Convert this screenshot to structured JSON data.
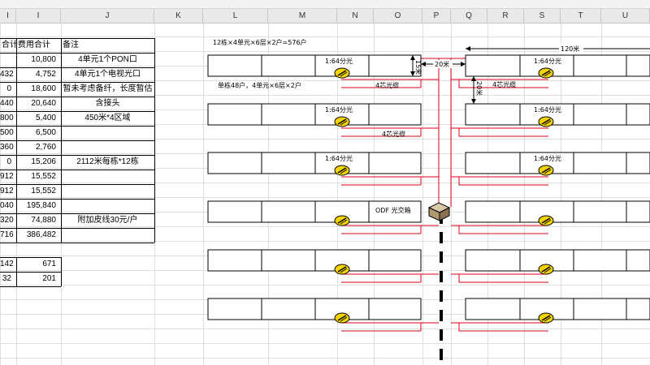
{
  "columns": [
    "I",
    "I",
    "J",
    "K",
    "L",
    "M",
    "N",
    "O",
    "P",
    "Q",
    "R",
    "S",
    "T",
    "U"
  ],
  "table": {
    "header": [
      "合计",
      "费用合计",
      "备注"
    ],
    "rows": [
      {
        "h": "",
        "i": "10,800",
        "j": "4单元1个PON口"
      },
      {
        "h": "432",
        "i": "4,752",
        "j": "4单元1个电视光口"
      },
      {
        "h": "0",
        "i": "18,600",
        "j": "暂未考虑备纤，长度暂估"
      },
      {
        "h": "440",
        "i": "20,640",
        "j": "含接头"
      },
      {
        "h": "800",
        "i": "5,400",
        "j": "450米*4区域"
      },
      {
        "h": "500",
        "i": "6,500",
        "j": ""
      },
      {
        "h": "360",
        "i": "2,760",
        "j": ""
      },
      {
        "h": "0",
        "i": "15,206",
        "j": "2112米每栋*12栋"
      },
      {
        "h": "912",
        "i": "15,552",
        "j": ""
      },
      {
        "h": "912",
        "i": "15,552",
        "j": ""
      },
      {
        "h": "040",
        "i": "195,840",
        "j": ""
      },
      {
        "h": "320",
        "i": "74,880",
        "j": "附加皮线30元/户"
      },
      {
        "h": "716",
        "i": "386,482",
        "j": ""
      }
    ],
    "summary": [
      {
        "h": "142",
        "i": "671"
      },
      {
        "h": "32",
        "i": "201"
      }
    ]
  },
  "diagram": {
    "title": "12栋×4单元×6层×2户=576户",
    "subtitle": "单栋48户，4单元×6层×2户",
    "splitter_label": "1:64分光",
    "fiber_label": "4芯光缆",
    "odf_label": "ODF 光交箱",
    "dim_120": "120米",
    "dim_20h": "20米",
    "dim_15": "15米",
    "dim_20v": "20米",
    "colors": {
      "fiber": "#e0001b",
      "outline": "#000000",
      "splitter": "#f2d200"
    }
  }
}
